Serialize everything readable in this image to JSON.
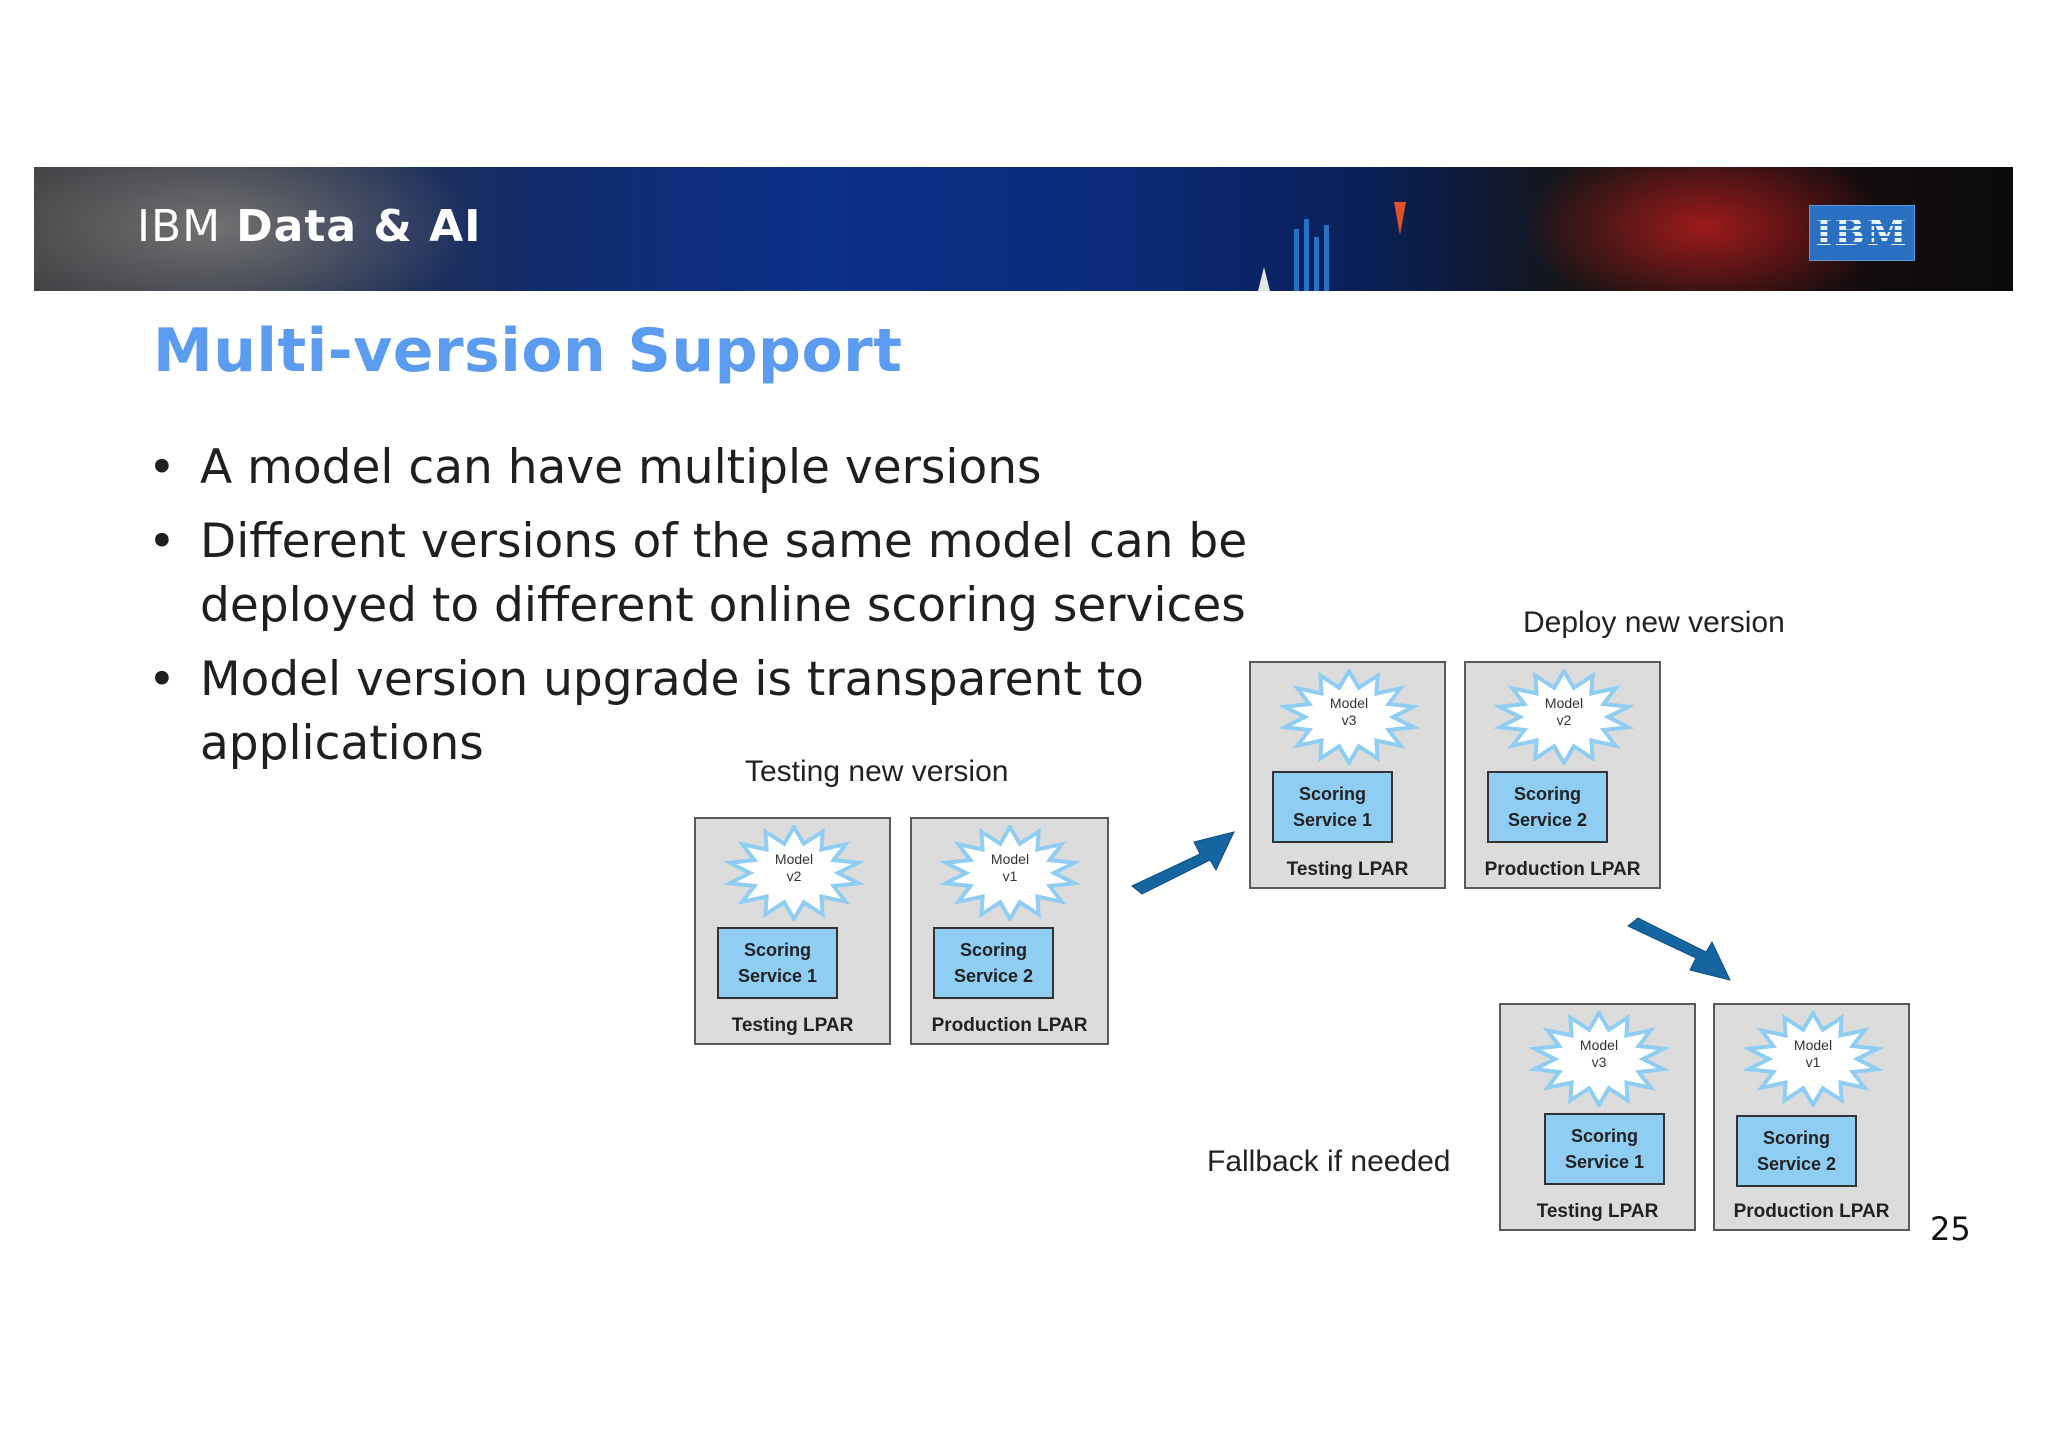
{
  "header": {
    "brand_light": "IBM",
    "brand_bold": "Data & AI",
    "logo_text": "IBM"
  },
  "slide": {
    "title": "Multi-version Support",
    "bullets": [
      "A model can have multiple versions",
      "Different versions of the same model can be deployed to different online scoring services",
      "Model version upgrade is transparent to applications"
    ],
    "page_number": "25"
  },
  "diagram": {
    "groups": [
      {
        "caption": "Testing new version",
        "lpars": [
          {
            "model": "Model",
            "version": "v2",
            "service_line1": "Scoring",
            "service_line2": "Service 1",
            "label": "Testing LPAR"
          },
          {
            "model": "Model",
            "version": "v1",
            "service_line1": "Scoring",
            "service_line2": "Service 2",
            "label": "Production LPAR"
          }
        ]
      },
      {
        "caption": "Deploy new version",
        "lpars": [
          {
            "model": "Model",
            "version": "v3",
            "service_line1": "Scoring",
            "service_line2": "Service 1",
            "label": "Testing LPAR"
          },
          {
            "model": "Model",
            "version": "v2",
            "service_line1": "Scoring",
            "service_line2": "Service 2",
            "label": "Production LPAR"
          }
        ]
      },
      {
        "caption": "Fallback if needed",
        "lpars": [
          {
            "model": "Model",
            "version": "v3",
            "service_line1": "Scoring",
            "service_line2": "Service 1",
            "label": "Testing LPAR"
          },
          {
            "model": "Model",
            "version": "v1",
            "service_line1": "Scoring",
            "service_line2": "Service 2",
            "label": "Production LPAR"
          }
        ]
      }
    ],
    "colors": {
      "title": "#5b9cf0",
      "service_box": "#8fcdf3",
      "lpar_box": "#dcdcdc",
      "arrow": "#1565a0",
      "star_outline": "#8fcdf3"
    }
  }
}
